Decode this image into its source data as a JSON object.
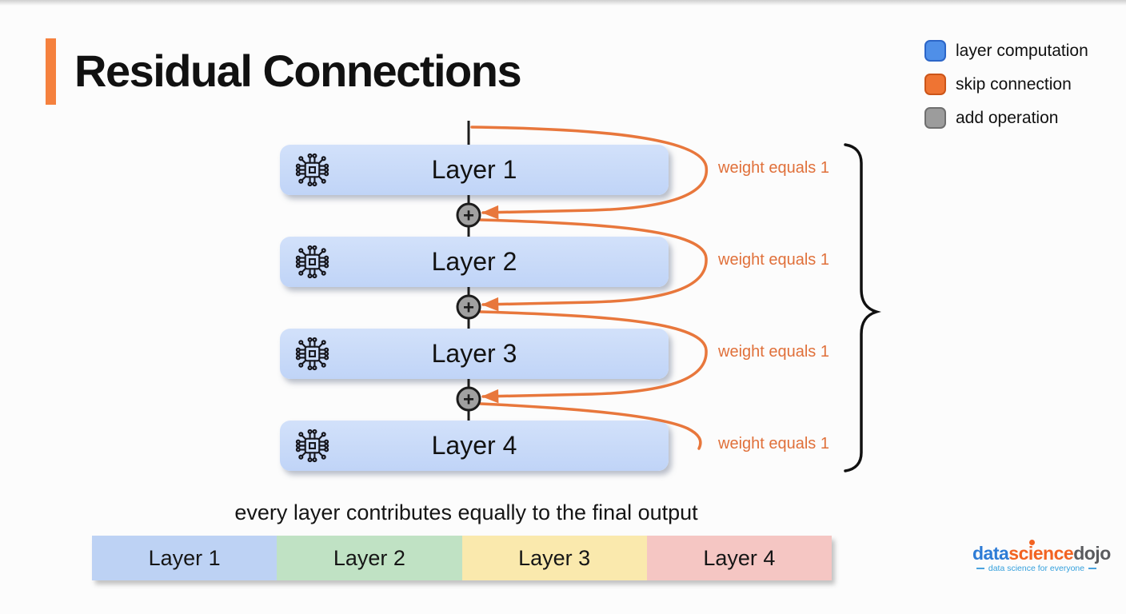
{
  "title": "Residual Connections",
  "accent_color": "#f5813e",
  "legend": {
    "items": [
      {
        "label": "layer computation",
        "color": "#4f8fe8",
        "border": "#2c66c8"
      },
      {
        "label": "skip connection",
        "color": "#ef7433",
        "border": "#cc5519"
      },
      {
        "label": "add operation",
        "color": "#9c9c9c",
        "border": "#6f6f6f"
      }
    ]
  },
  "diagram": {
    "layers": [
      {
        "label": "Layer 1"
      },
      {
        "label": "Layer 2"
      },
      {
        "label": "Layer 3"
      },
      {
        "label": "Layer 4"
      }
    ],
    "add_symbol": "+",
    "weight_labels": [
      "weight equals 1",
      "weight equals 1",
      "weight equals 1",
      "weight equals 1"
    ],
    "arrow_color": "#e8773c",
    "box_color": "#c6d9f8"
  },
  "caption": "every layer contributes equally to the final output",
  "output_bar": {
    "segments": [
      {
        "label": "Layer 1",
        "color": "#bdd2f4"
      },
      {
        "label": "Layer 2",
        "color": "#c0e2c4"
      },
      {
        "label": "Layer 3",
        "color": "#fae9ad"
      },
      {
        "label": "Layer 4",
        "color": "#f5c6c3"
      }
    ]
  },
  "logo": {
    "word1": "data",
    "word2": "science",
    "word3": "dojo",
    "tagline": "data science for everyone"
  }
}
